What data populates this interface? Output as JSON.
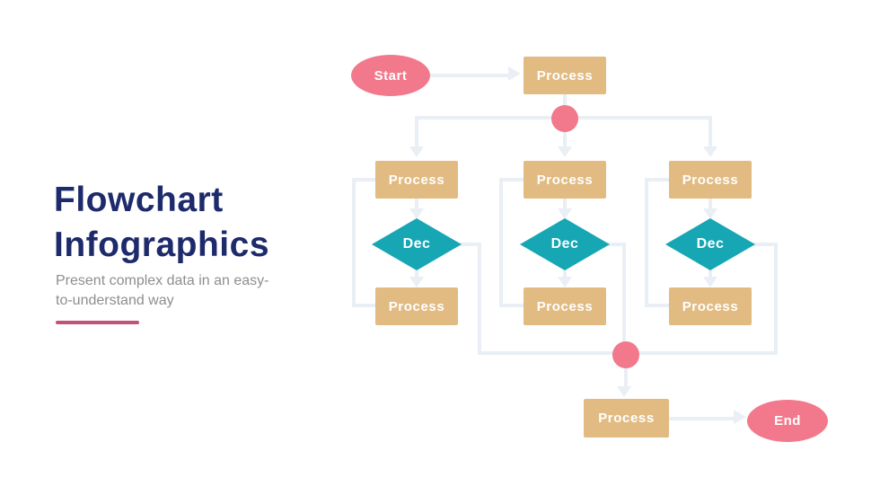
{
  "left_panel": {
    "title_line1": "Flowchart",
    "title_line2": "Infographics",
    "subtitle_line1": "Present complex data in an easy-",
    "subtitle_line2": "to-understand way"
  },
  "flowchart": {
    "start_label": "Start",
    "entry_process_label": "Process",
    "columns": [
      {
        "top_process": "Process",
        "decision": "Dec",
        "bottom_process": "Process"
      },
      {
        "top_process": "Process",
        "decision": "Dec",
        "bottom_process": "Process"
      },
      {
        "top_process": "Process",
        "decision": "Dec",
        "bottom_process": "Process"
      }
    ],
    "final_process_label": "Process",
    "end_label": "End"
  },
  "colors": {
    "title_navy": "#1D2A6B",
    "subtitle_gray": "#8E8E8E",
    "divider_pink": "#C25377",
    "shape_pink": "#F2798C",
    "process_tan": "#E2BB82",
    "decision_teal": "#16A6B4",
    "connector_gray": "#E9EFF4"
  }
}
